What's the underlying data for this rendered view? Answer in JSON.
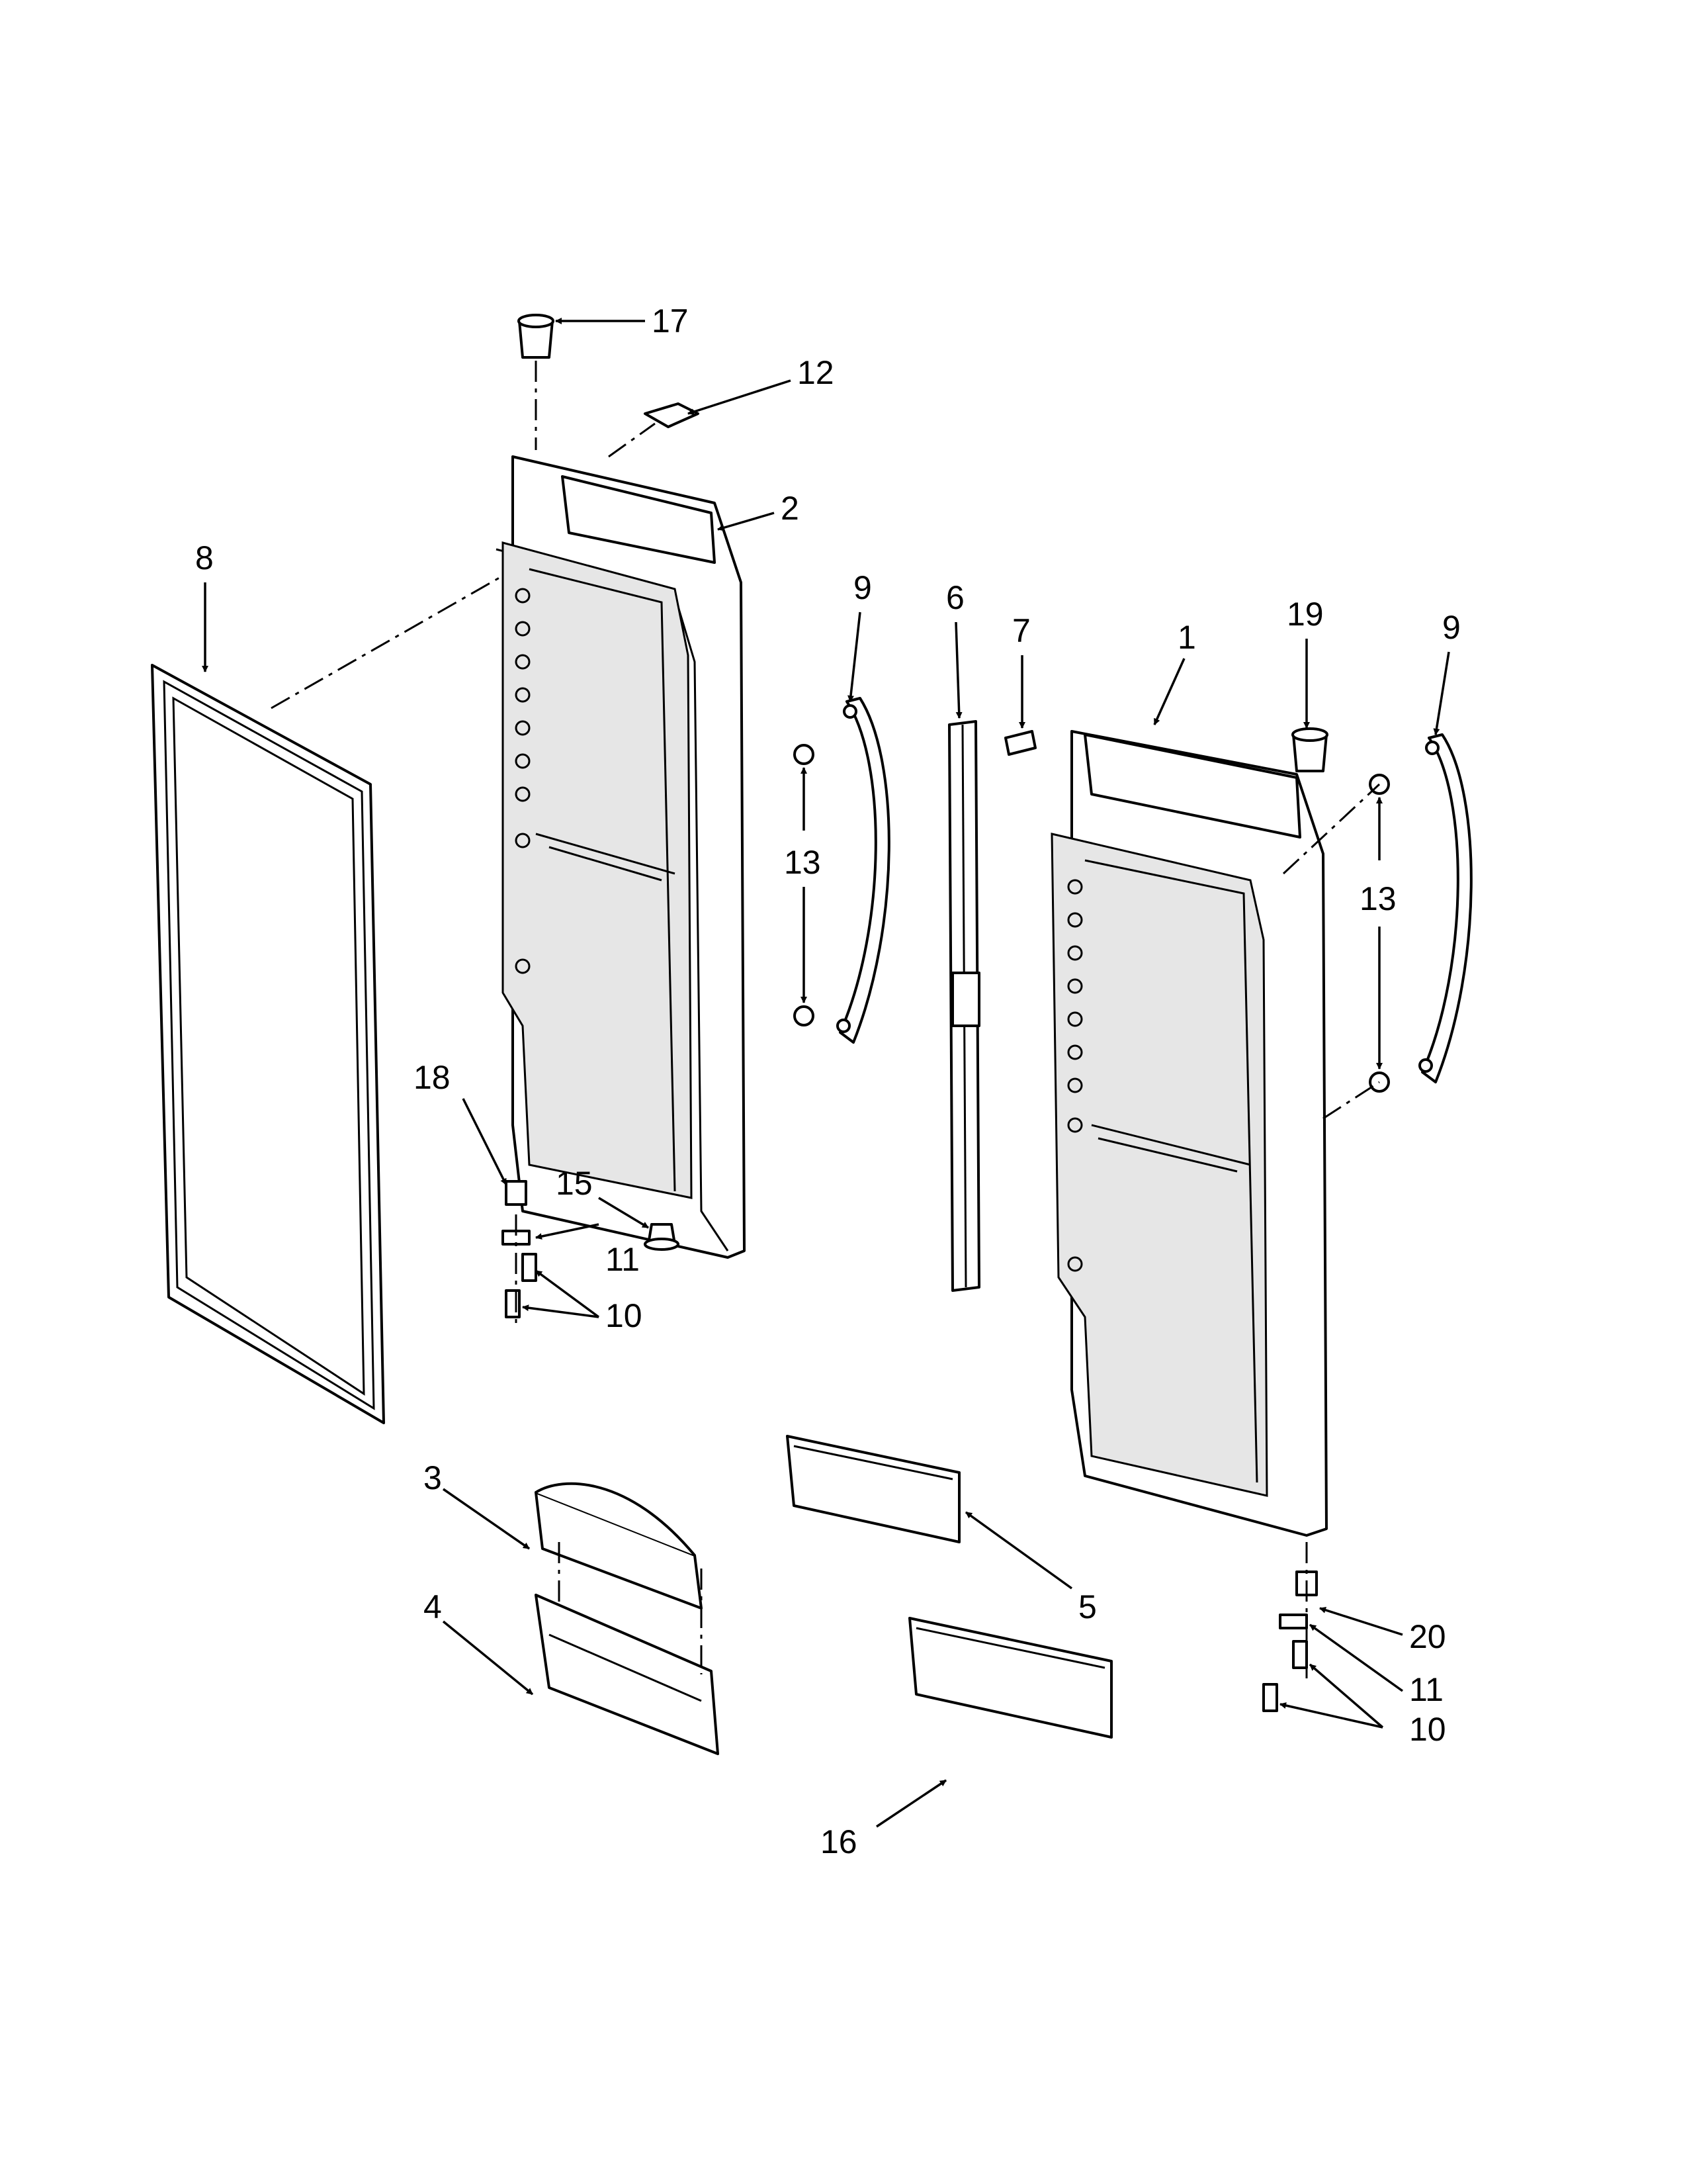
{
  "diagram": {
    "type": "exploded-parts-view",
    "callouts": {
      "c1": "1",
      "c2": "2",
      "c3": "3",
      "c4": "4",
      "c5": "5",
      "c6": "6",
      "c7": "7",
      "c8": "8",
      "c9a": "9",
      "c9b": "9",
      "c10a": "10",
      "c10b": "10",
      "c11a": "11",
      "c11b": "11",
      "c12": "12",
      "c13a": "13",
      "c13b": "13",
      "c15": "15",
      "c16": "16",
      "c17": "17",
      "c18": "18",
      "c19": "19",
      "c20": "20"
    }
  }
}
